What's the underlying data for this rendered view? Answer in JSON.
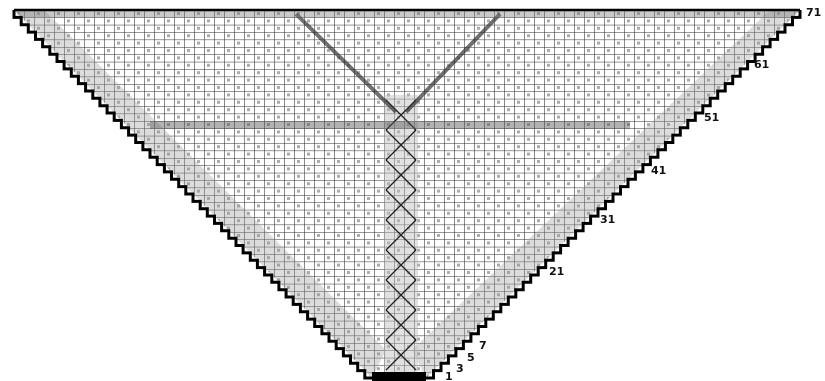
{
  "diagram": {
    "type": "knitting-chart",
    "shape": "inverted-triangle",
    "row_labels": [
      "1",
      "3",
      "5",
      "7",
      "21",
      "31",
      "41",
      "51",
      "61",
      "71"
    ],
    "colors": {
      "background": "#ffffff",
      "grid": "#2a2a2a",
      "edge": "#000000",
      "stitch_mark": "#555555",
      "label": "#111111"
    }
  }
}
